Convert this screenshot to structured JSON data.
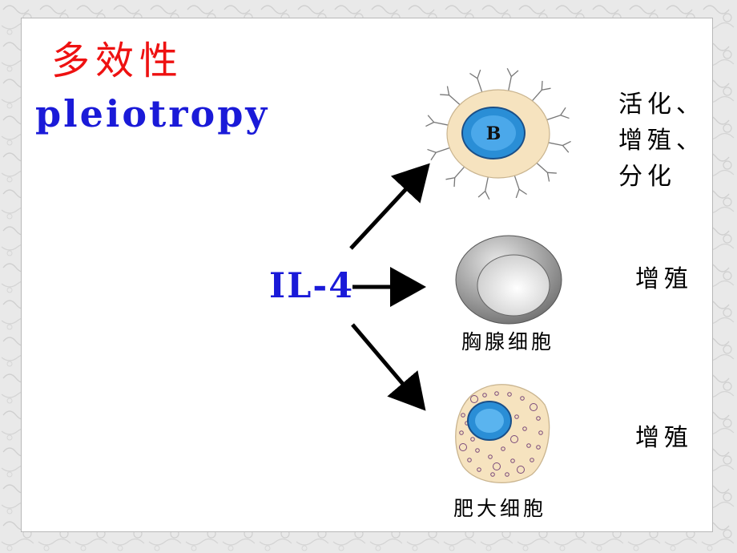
{
  "slide": {
    "title_cn": "多效性",
    "title_en": "pleiotropy",
    "title_cn_color": "#ee1111",
    "title_en_color": "#1a1ad8"
  },
  "diagram": {
    "cytokine": {
      "label": "IL-4",
      "color": "#1a1ad8"
    },
    "arrow_color": "#000000",
    "targets": [
      {
        "cell": "B cell",
        "cell_label": "B",
        "caption": "",
        "effect_lines": [
          "活化、",
          "增殖、",
          "分化"
        ],
        "cell_icon": "b-cell-icon"
      },
      {
        "cell": "thymocyte",
        "cell_label": "",
        "caption": "胸腺细胞",
        "effect_lines": [
          "增殖"
        ],
        "cell_icon": "thymocyte-icon"
      },
      {
        "cell": "mast cell",
        "cell_label": "",
        "caption": "肥大细胞",
        "effect_lines": [
          "增殖"
        ],
        "cell_icon": "mast-cell-icon"
      }
    ],
    "colors": {
      "cytoplasm": "#f6e3bf",
      "nucleus": "#2a8ed6",
      "thymocyte_shell": "#8a8a8a"
    }
  }
}
